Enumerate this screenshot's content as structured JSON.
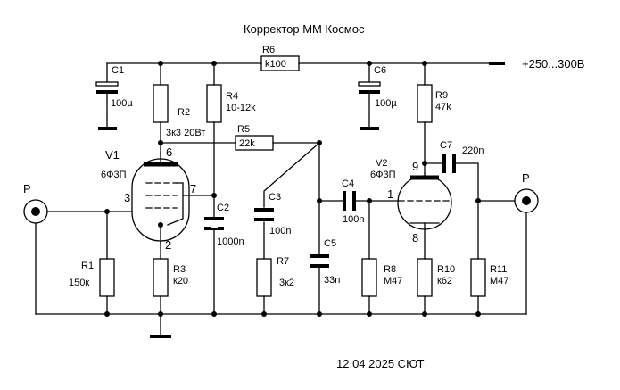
{
  "title": "Корректор ММ Космос",
  "supply": "+250...300В",
  "footer": "12 04 2025 СЮТ",
  "tubes": {
    "v1": {
      "ref": "V1",
      "type": "6Ф3П",
      "pins": {
        "p3": "3",
        "p6": "6",
        "p7": "7",
        "p2": "2"
      }
    },
    "v2": {
      "ref": "V2",
      "type": "6Ф3П",
      "pins": {
        "p9": "9",
        "p1": "1",
        "p8": "8"
      }
    }
  },
  "connectors": {
    "in": "Р",
    "out": "Р"
  },
  "resistors": {
    "r1": {
      "ref": "R1",
      "value": "150к"
    },
    "r2": {
      "ref": "R2",
      "value": "3к3 20Вт"
    },
    "r3": {
      "ref": "R3",
      "value": "к20"
    },
    "r4": {
      "ref": "R4",
      "value": "10-12k"
    },
    "r5": {
      "ref": "R5",
      "value": "22k"
    },
    "r6": {
      "ref": "R6",
      "value": "k100"
    },
    "r7": {
      "ref": "R7",
      "value": "3к2"
    },
    "r8": {
      "ref": "R8",
      "value": "M47"
    },
    "r9": {
      "ref": "R9",
      "value": "47k"
    },
    "r10": {
      "ref": "R10",
      "value": "к62"
    },
    "r11": {
      "ref": "R11",
      "value": "M47"
    }
  },
  "capacitors": {
    "c1": {
      "ref": "C1",
      "value": "100µ"
    },
    "c2": {
      "ref": "C2",
      "value": "1000n"
    },
    "c3": {
      "ref": "C3",
      "value": "100n"
    },
    "c4": {
      "ref": "C4",
      "value": "100n"
    },
    "c5": {
      "ref": "C5",
      "value": "33n"
    },
    "c6": {
      "ref": "C6",
      "value": "100µ"
    },
    "c7": {
      "ref": "C7",
      "value": "220n"
    }
  }
}
